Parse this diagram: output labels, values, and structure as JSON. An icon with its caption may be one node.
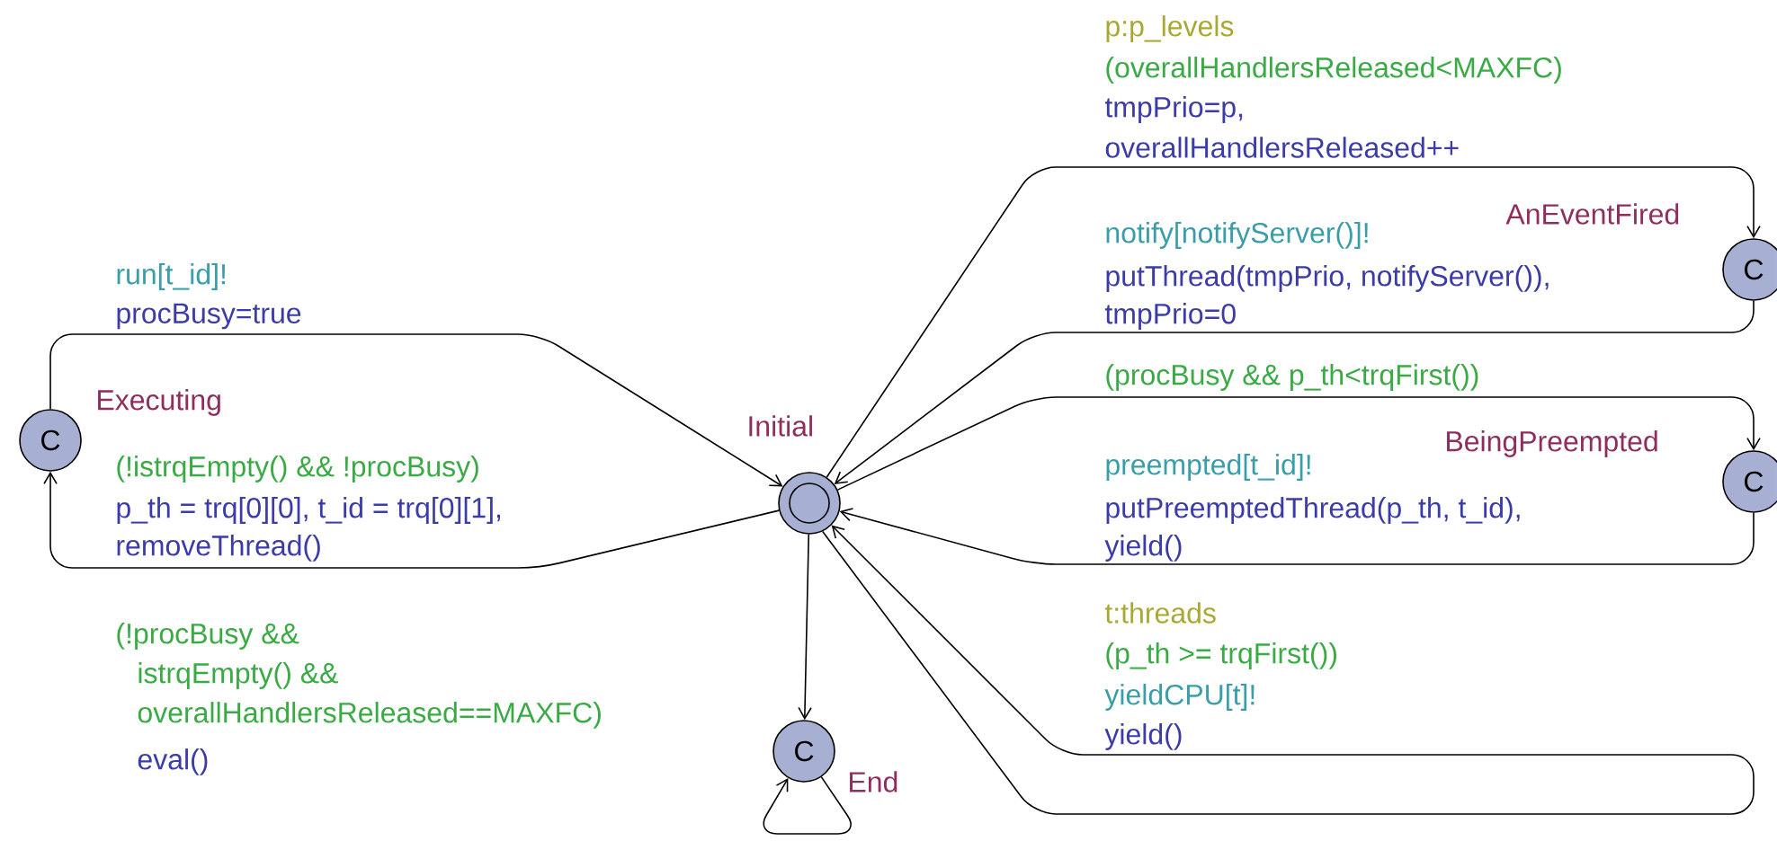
{
  "diagram": {
    "nodes": [
      {
        "text": [
          "C"
        ],
        "beside": [
          "Executing"
        ]
      },
      {
        "text": [],
        "shape": "circle",
        "beside": [
          "Initial"
        ]
      },
      {
        "text": [
          "C"
        ],
        "beside": [
          "AnEventFired"
        ]
      },
      {
        "text": [
          "C"
        ],
        "beside": [
          "BeingPreempted"
        ]
      },
      {
        "text": [
          "C"
        ],
        "beside": [
          "End"
        ]
      }
    ],
    "edges": [
      {
        "from": 0,
        "to": 1,
        "arrow": "to"
      },
      {
        "from": 1,
        "to": 0,
        "arrow": "to"
      },
      {
        "from": 1,
        "to": 2,
        "arrow": "to"
      },
      {
        "from": 2,
        "to": 1,
        "arrow": "to"
      },
      {
        "from": 1,
        "to": 3,
        "arrow": "to"
      },
      {
        "from": 3,
        "to": 1,
        "arrow": "to"
      },
      {
        "from": 1,
        "to": 1,
        "arrow": "to"
      },
      {
        "from": 1,
        "to": 4,
        "arrow": "to"
      },
      {
        "from": 4,
        "to": 4,
        "arrow": "to"
      }
    ],
    "labels": [
      "p:p_levels",
      "(overallHandlersReleased<MAXFC)",
      "tmpPrio=p,",
      "overallHandlersReleased++",
      "notify[notifyServer()]!",
      "putThread(tmpPrio, notifyServer()),",
      "tmpPrio=0",
      "run[t_id]!",
      "procBusy=true",
      "(procBusy && p_th<trqFirst())",
      "preempted[t_id]!",
      "putPreemptedThread(p_th, t_id),",
      "yield()",
      "(!istrqEmpty() && !procBusy)",
      "p_th = trq[0][0], t_id = trq[0][1],",
      "removeThread()",
      "t:threads",
      "(p_th >= trqFirst())",
      "yieldCPU[t]!",
      "yield()",
      "(!procBusy &&",
      "istrqEmpty() &&",
      "overallHandlersReleased==MAXFC)",
      "eval()"
    ]
  }
}
